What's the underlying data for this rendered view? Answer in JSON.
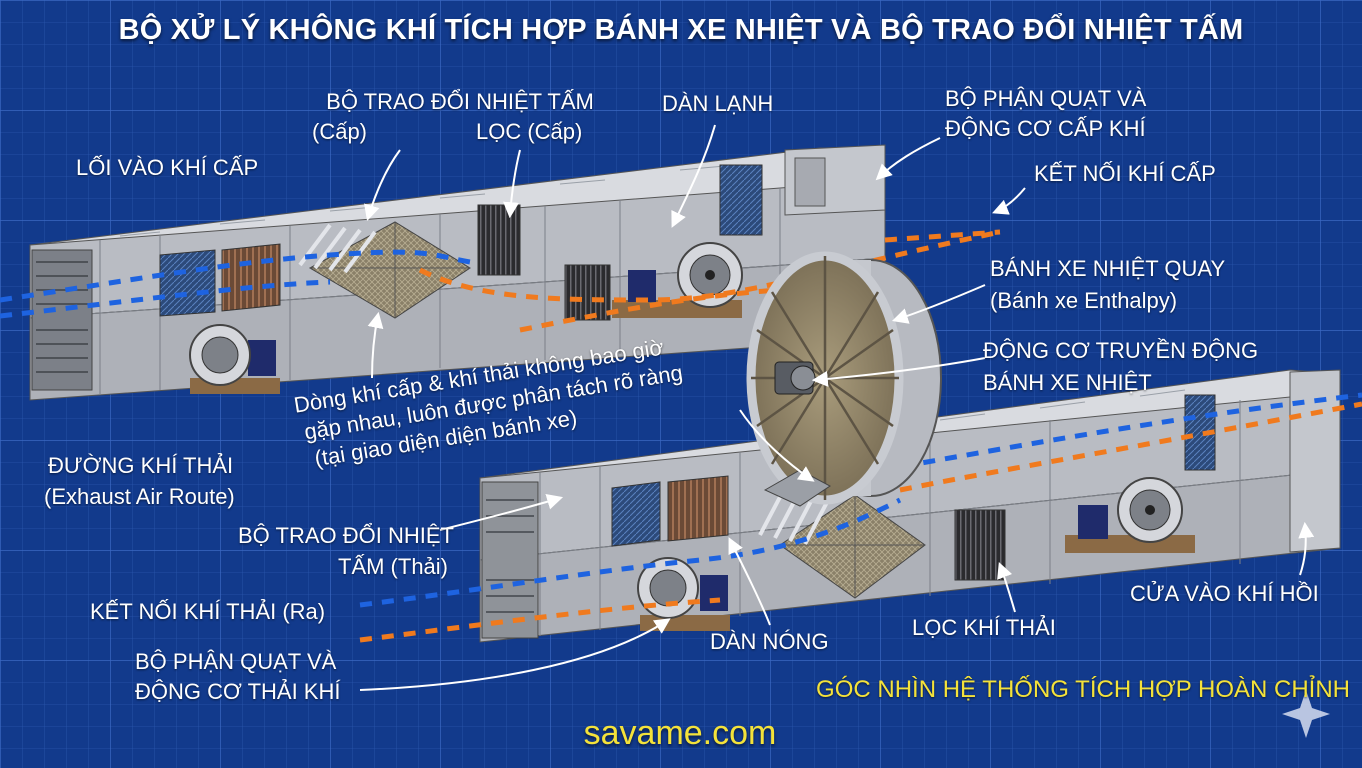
{
  "title": "BỘ XỬ LÝ KHÔNG KHÍ TÍCH HỢP BÁNH XE NHIỆT VÀ BỘ TRAO ĐỔI NHIỆT TẤM",
  "labels": {
    "supply_inlet": "LỐI VÀO KHÍ CẤP",
    "plate_hx_supply_1": "BỘ TRAO ĐỔI NHIỆT TẤM",
    "plate_hx_supply_2": "(Cấp)",
    "supply_filter": "LỌC (Cấp)",
    "cooling_coil": "DÀN LẠNH",
    "supply_fan_1": "BỘ PHẬN QUẠT VÀ",
    "supply_fan_2": "ĐỘNG CƠ CẤP KHÍ",
    "supply_connection": "KẾT NỐI KHÍ CẤP",
    "wheel_1": "BÁNH XE NHIỆT QUAY",
    "wheel_2": "(Bánh xe Enthalpy)",
    "wheel_motor_1": "ĐỘNG CƠ TRUYỀN ĐỘNG",
    "wheel_motor_2": "BÁNH XE NHIỆT",
    "note_1": "Dòng khí cấp & khí thải không bao giờ",
    "note_2": "gặp nhau, luôn được phân tách rõ ràng",
    "note_3": "(tại giao diện diện bánh xe)",
    "exhaust_route_1": "ĐƯỜNG KHÍ THẢI",
    "exhaust_route_2": "(Exhaust Air Route)",
    "plate_hx_exhaust_1": "BỘ TRAO ĐỔI NHIỆT",
    "plate_hx_exhaust_2": "TẤM (Thải)",
    "exhaust_connection": "KẾT NỐI KHÍ THẢI (Ra)",
    "exhaust_fan_1": "BỘ PHẬN QUẠT VÀ",
    "exhaust_fan_2": "ĐỘNG CƠ THẢI KHÍ",
    "condenser": "DÀN NÓNG",
    "exhaust_filter": "LỌC KHÍ THẢI",
    "return_inlet": "CỬA VÀO KHÍ HỒI"
  },
  "view_title": "GÓC NHÌN HỆ THỐNG TÍCH HỢP HOÀN CHỈNH",
  "website": "savame.com",
  "colors": {
    "background": "#123a8c",
    "grid": "#2f5bb5",
    "supply_air": "#1e63e0",
    "exhaust_air": "#f07a1e",
    "housing": "#c9ccd2",
    "accent_text": "#f4e23a",
    "text": "#ffffff"
  },
  "icons": {
    "sparkle": "four-point-star-icon"
  }
}
